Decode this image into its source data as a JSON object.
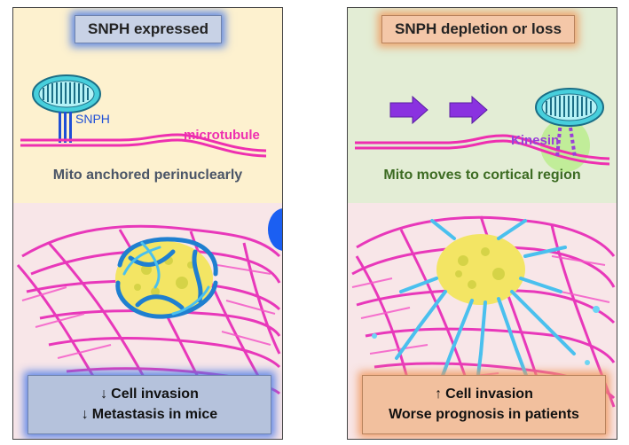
{
  "left_panel": {
    "title": "SNPH expressed",
    "label_snph": "SNPH",
    "label_microtubule": "microtubule",
    "caption": "Mito anchored perinuclearly",
    "outcome_line1": "Cell invasion",
    "outcome_line2": "Metastasis in mice",
    "arrow_line1": "↓",
    "arrow_line2": "↓"
  },
  "right_panel": {
    "title": "SNPH depletion or loss",
    "label_kinesin": "Kinesin",
    "caption": "Mito moves to cortical region",
    "outcome_line1": "Cell invasion",
    "outcome_line2": "Worse prognosis in patients",
    "arrow_line1": "↑"
  },
  "colors": {
    "microtubule": "#ee2fb0",
    "snph": "#1f4fd6",
    "kinesin": "#9a3fd8",
    "mitochondria": "#3ec8d6",
    "motion_arrow": "#8a32e0",
    "left_glow": "#4678e6",
    "right_glow": "#f0965a"
  }
}
